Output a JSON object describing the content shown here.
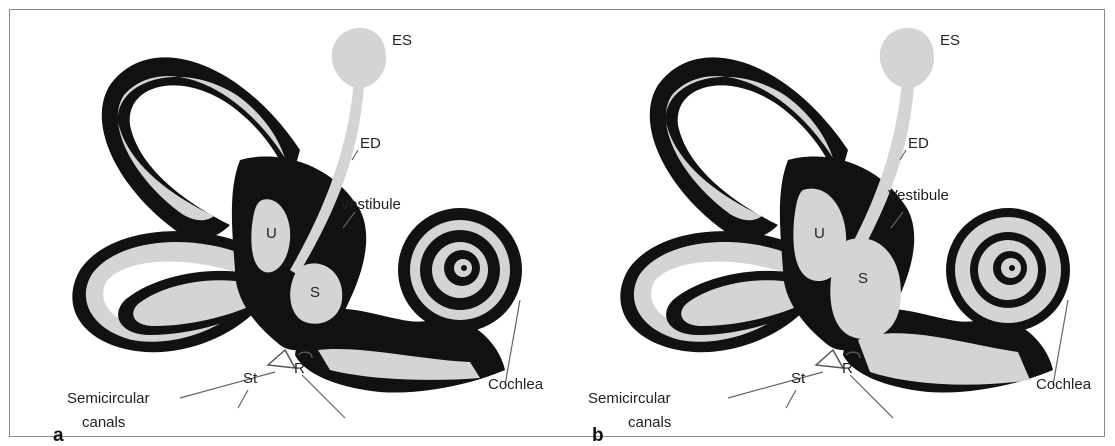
{
  "colors": {
    "endolymph_space": "#111111",
    "membranous_labyrinth": "#d4d4d4",
    "frame_border": "#8a8a8a"
  },
  "panels": [
    {
      "letter": "a",
      "labels": {
        "es": "ES",
        "ed": "ED",
        "vestibule": "Vestibule",
        "utricle": "U",
        "saccule": "S",
        "stapes": "St",
        "round_window": "R",
        "cochlea": "Cochlea",
        "semicircular_line1": "Semicircular",
        "semicircular_line2": "canals"
      }
    },
    {
      "letter": "b",
      "labels": {
        "es": "ES",
        "ed": "ED",
        "vestibule": "Vestibule",
        "utricle": "U",
        "saccule": "S",
        "stapes": "St",
        "round_window": "R",
        "cochlea": "Cochlea",
        "semicircular_line1": "Semicircular",
        "semicircular_line2": "canals"
      }
    }
  ]
}
